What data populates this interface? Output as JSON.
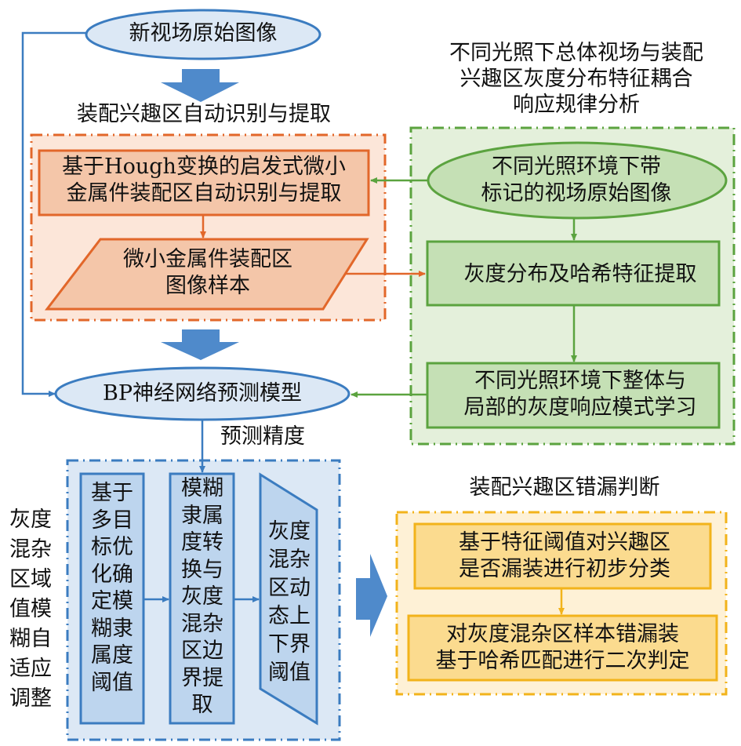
{
  "colors": {
    "blue_line": "#3B7CC0",
    "blue_fill": "#DCE8F5",
    "blue_box_fill": "#BDD5EE",
    "blue_arrow": "#4F8ACB",
    "orange_line": "#E2672A",
    "orange_region_fill": "#FCE6D9",
    "orange_box_fill": "#F4C6A9",
    "green_line": "#5BA33F",
    "green_region_fill": "#E4F0DB",
    "green_box_fill": "#C5E0B5",
    "yellow_line": "#F2B31B",
    "yellow_region_fill": "#FEF1D6",
    "yellow_box_fill": "#FBDB8F"
  },
  "nodes": {
    "new_image": "新视场原始图像",
    "roi_section_title": "装配兴趣区自动识别与提取",
    "hough_box": "基于Hough变换的启发式微小\n金属件装配区自动识别与提取",
    "sample_box": "微小金属件装配区\n图像样本",
    "analysis_title": "不同光照下总体视场与装配\n兴趣区灰度分布特征耦合\n响应规律分析",
    "labeled_images": "不同光照环境下带\n标记的视场原始图像",
    "feature_extract": "灰度分布及哈希特征提取",
    "pattern_learning": "不同光照环境下整体与\n局部的灰度响应模式学习",
    "bp_model": "BP神经网络预测模型",
    "accuracy_label": "预测精度",
    "fuzzy_side_label": [
      "灰度",
      "混杂",
      "区域",
      "值模",
      "糊自",
      "适应",
      "调整"
    ],
    "fuzzy_step1": [
      "基于",
      "多目",
      "标优",
      "化确",
      "定模",
      "糊隶",
      "属度",
      "阈值"
    ],
    "fuzzy_step2": [
      "模糊",
      "隶属",
      "度转",
      "换与",
      "灰度",
      "混杂",
      "区边",
      "界提",
      "取"
    ],
    "fuzzy_step3": [
      "灰度",
      "混杂",
      "区动",
      "态上",
      "下界",
      "阈值"
    ],
    "judge_title": "装配兴趣区错漏判断",
    "judge_step1": "基于特征阈值对兴趣区\n是否漏装进行初步分类",
    "judge_step2": "对灰度混杂区样本错漏装\n基于哈希匹配进行二次判定"
  }
}
